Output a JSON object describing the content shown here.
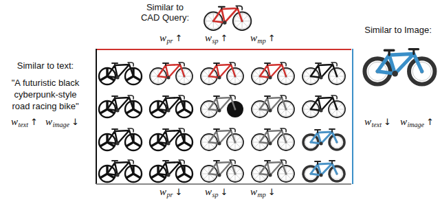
{
  "diagram": {
    "labels": [
      "Similar to CAD Query:",
      "w",
      "pr",
      "↑",
      "w",
      "sp",
      "↑",
      "w",
      "mp",
      "↑",
      "Similar to text:",
      "\"A futuristic black cyberpunk-style road racing bike\"",
      "w",
      "text",
      "↑",
      "w",
      "image",
      "↓",
      "Similar to Image:",
      "w",
      "text",
      "↓",
      "w",
      "image",
      "↑",
      "w",
      "pr",
      "↓",
      "w",
      "sp",
      "↓",
      "w",
      "mp",
      "↓"
    ]
  }
}
